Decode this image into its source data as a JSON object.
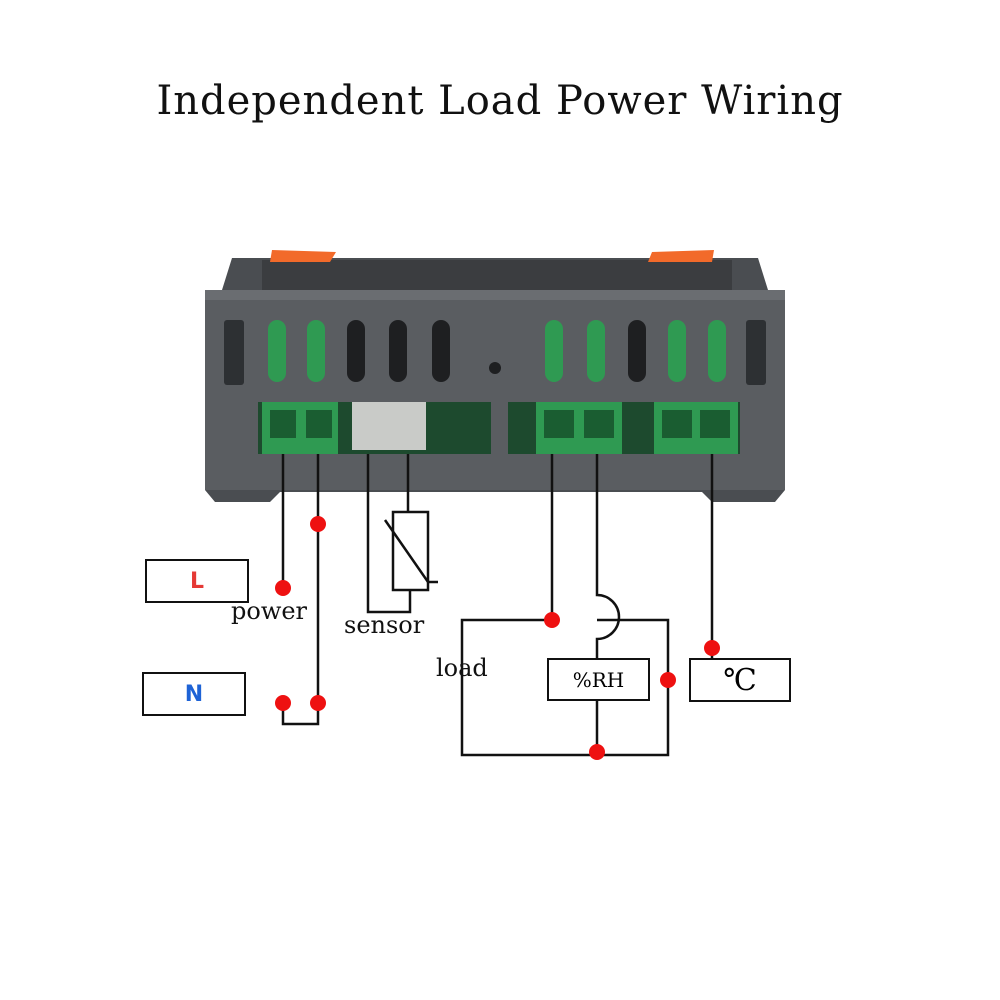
{
  "title": "Independent Load Power Wiring",
  "labels": {
    "power": "power",
    "sensor": "sensor",
    "load": "load"
  },
  "boxes": {
    "live": "L",
    "neutral": "N",
    "humidity": "%RH",
    "temperature": "℃"
  },
  "colors": {
    "live": "#e53935",
    "neutral": "#1e63d6",
    "dot": "#ee1111",
    "housing": "#55585c",
    "terminal": "#2f9a52",
    "clip": "#f26a2a",
    "board": "#1d4a2e"
  }
}
